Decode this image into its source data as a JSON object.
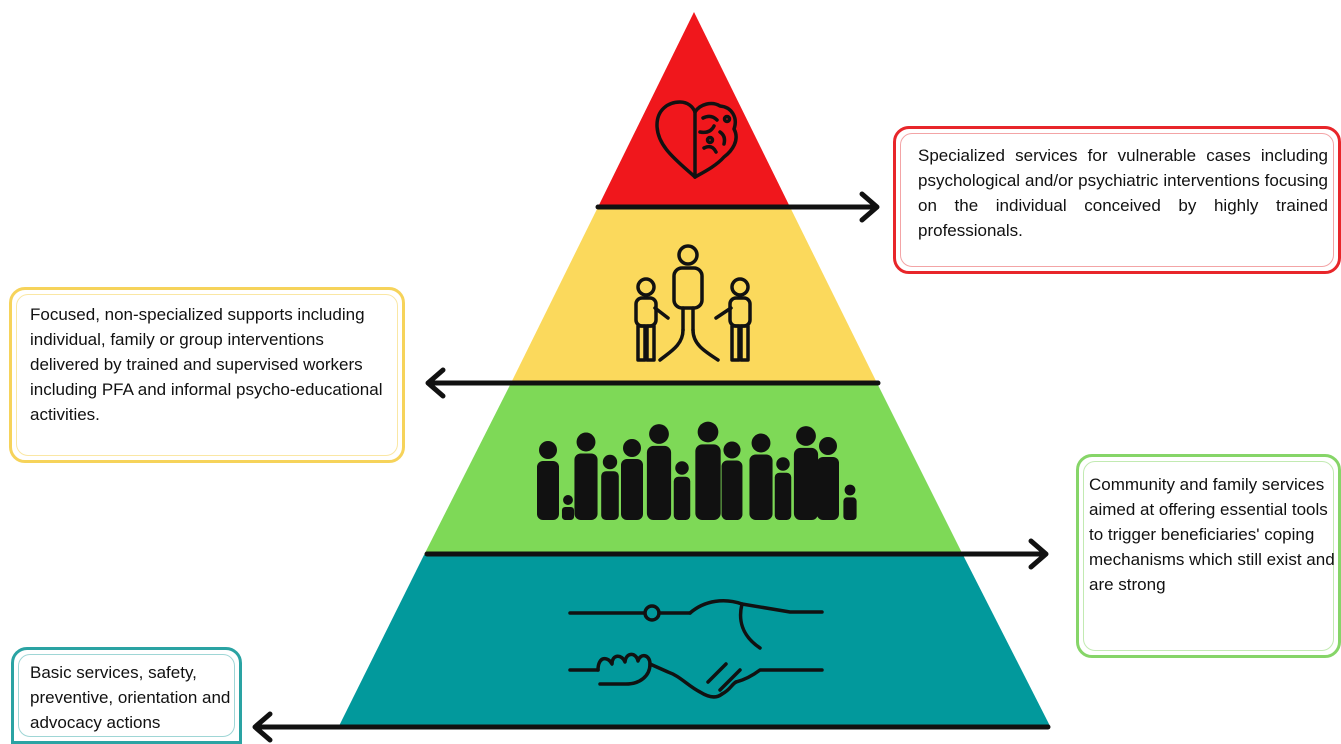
{
  "colors": {
    "apex": "#f0171c",
    "upper": "#fbd95c",
    "middle": "#7ed957",
    "base": "#02999c",
    "arrow": "#111111"
  },
  "levels": [
    {
      "id": "specialized",
      "icon": "heart-brain-icon",
      "color": "#f0171c",
      "arrow_direction": "right",
      "text": "Specialized services for vulnerable cases including psychological and/or  psychiatric interventions focusing on the individual conceived by highly trained professionals."
    },
    {
      "id": "focused",
      "icon": "support-people-icon",
      "color": "#fbd95c",
      "arrow_direction": "left",
      "text": "Focused, non-specialized supports including individual, family or group interventions delivered by trained and supervised workers including PFA and informal psycho-educational activities."
    },
    {
      "id": "community",
      "icon": "crowd-family-icon",
      "color": "#7ed957",
      "arrow_direction": "right",
      "text": "Community and family services aimed at offering essential tools to trigger beneficiaries' coping mechanisms which still exist and are strong"
    },
    {
      "id": "basic",
      "icon": "handshake-icon",
      "color": "#02999c",
      "arrow_direction": "left",
      "text": "Basic services, safety, preventive, orientation and advocacy actions"
    }
  ]
}
